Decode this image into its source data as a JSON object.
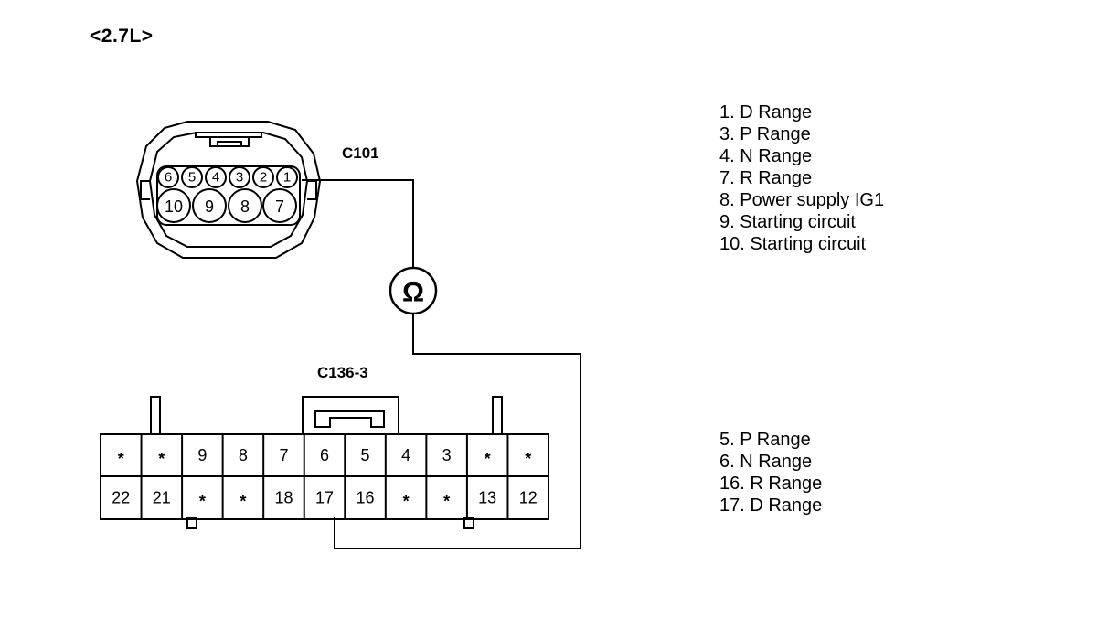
{
  "title": "<2.7L>",
  "connectors": {
    "c101": {
      "label": "C101",
      "top_row": [
        "6",
        "5",
        "4",
        "3",
        "2",
        "1"
      ],
      "bottom_row": [
        "10",
        "9",
        "8",
        "7"
      ]
    },
    "c136": {
      "label": "C136-3",
      "top_row": [
        "*",
        "*",
        "9",
        "8",
        "7",
        "6",
        "5",
        "4",
        "3",
        "*",
        "*"
      ],
      "bottom_row": [
        "22",
        "21",
        "*",
        "*",
        "18",
        "17",
        "16",
        "*",
        "*",
        "13",
        "12"
      ]
    }
  },
  "meter_symbol": "Ω",
  "legend_c101": [
    "1. D Range",
    "3. P Range",
    "4. N Range",
    "7. R Range",
    "8. Power supply IG1",
    "9. Starting circuit",
    "10. Starting circuit"
  ],
  "legend_c136": [
    "5. P Range",
    "6. N Range",
    "16. R Range",
    "17. D Range"
  ]
}
